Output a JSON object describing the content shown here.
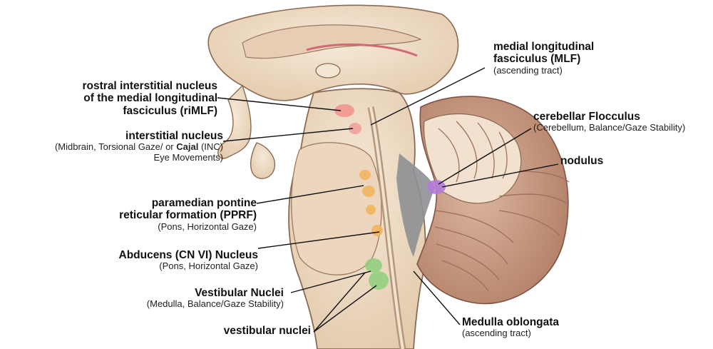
{
  "colors": {
    "tissue": "#eedcc6",
    "tissue_dark": "#d9bfa2",
    "outline": "#8a6a52",
    "cerebellum": "#c89b86",
    "cerebellum_dark": "#a5725e",
    "gray_matter": "#8f9094",
    "riMLF": "#f08a84",
    "INC": "#f19490",
    "PPRF": "#f2b35c",
    "abducens": "#f2b35c",
    "vestibular": "#8fcf7c",
    "nodulus": "#b27bd9"
  },
  "labels": {
    "riMLF": {
      "title": "rostral interstitial nucleus\nof the medial longitudinal\nfasciculus (riMLF)"
    },
    "INC": {
      "title": "interstitial nucleus",
      "sub1_pre": "(Midbrain, Torsional Gaze/  or ",
      "sub1_bold": "Cajal",
      "sub1_post": " (INC)",
      "sub2": "Eye Movements)"
    },
    "PPRF": {
      "title": "paramedian pontine\nreticular formation (PPRF)",
      "sub": "(Pons, Horizontal Gaze)"
    },
    "abducens": {
      "title": "Abducens (CN VI) Nucleus",
      "sub": "(Pons, Horizontal Gaze)"
    },
    "vestibular_nuclei_upper": {
      "title": "Vestibular Nuclei",
      "sub": "(Medulla, Balance/Gaze Stability)"
    },
    "vestibular_nuclei_lower": {
      "title": "vestibular nuclei"
    },
    "MLF": {
      "title": "medial longitudinal\nfasciculus (MLF)",
      "sub": "(ascending tract)"
    },
    "flocculus": {
      "title": "cerebellar Flocculus",
      "sub": "(Cerebellum, Balance/Gaze Stability)"
    },
    "nodulus": {
      "title": "nodulus"
    },
    "medulla": {
      "title": "Medulla oblongata",
      "sub": "(ascending tract)"
    }
  }
}
